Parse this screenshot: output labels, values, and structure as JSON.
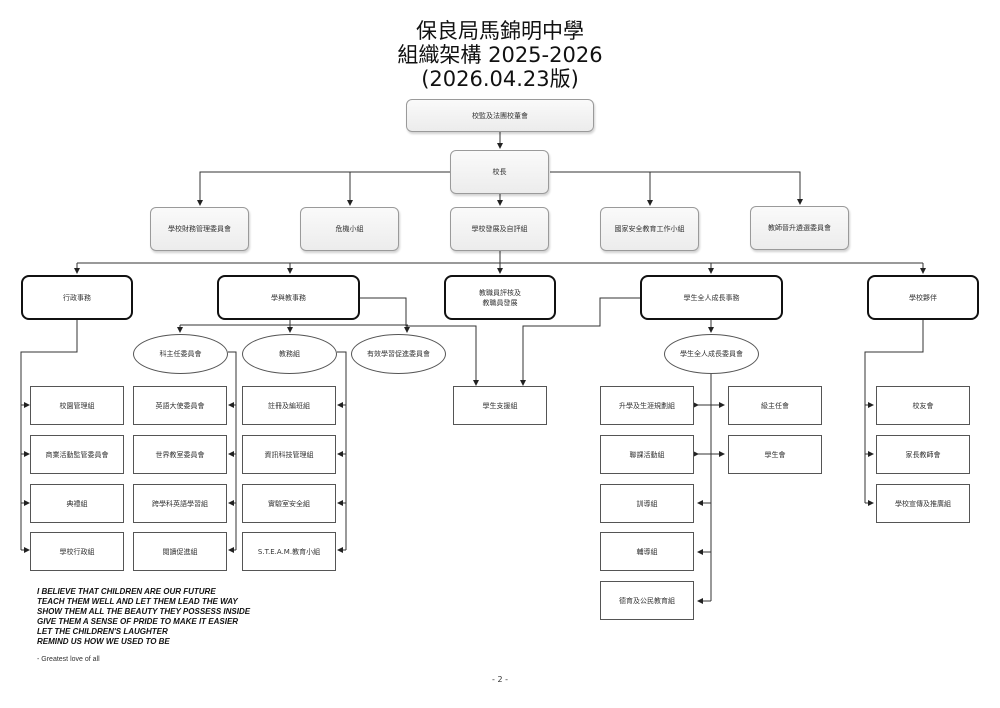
{
  "title": {
    "line1": "保良局馬錦明中學",
    "line2": "組織架構 2025-2026",
    "line3": "(2026.04.23版)"
  },
  "top": {
    "board": "校監及法團校董會",
    "principal": "校長"
  },
  "principal_children": [
    "學校財務管理委員會",
    "危機小組",
    "學校發展及自評組",
    "國家安全教育工作小組",
    "教師晉升遴選委員會"
  ],
  "domains": [
    "行政事務",
    "學與教事務",
    "教職員評核及\n教職員發展",
    "學生全人成長事務",
    "學校夥伴"
  ],
  "learning_committees": [
    "科主任委員會",
    "教務組",
    "有效學習促進委員會"
  ],
  "admin_groups": [
    "校園管理組",
    "商業活動監管委員會",
    "典禮組",
    "學校行政組"
  ],
  "subject_head_groups": [
    "英語大使委員會",
    "世界教室委員會",
    "跨學科英語學習組",
    "閱讀促進組"
  ],
  "academic_groups": [
    "註冊及編班組",
    "資訊科技管理組",
    "實驗室安全組",
    "S.T.E.A.M.教育小組"
  ],
  "student_support": "學生支援組",
  "growth_committee": "學生全人成長委員會",
  "growth_groups_left": [
    "升學及生涯規劃組",
    "聯課活動組",
    "訓導組",
    "輔導組",
    "德育及公民教育組"
  ],
  "growth_groups_right": [
    "級主任會",
    "學生會"
  ],
  "partner_groups": [
    "校友會",
    "家長教師會",
    "學校宣傳及推廣組"
  ],
  "lyrics": [
    "I BELIEVE THAT CHILDREN ARE OUR FUTURE",
    "TEACH THEM WELL AND LET THEM LEAD THE WAY",
    "SHOW THEM ALL THE BEAUTY THEY POSSESS INSIDE",
    "GIVE THEM A SENSE OF PRIDE TO MAKE IT EASIER",
    "LET THE CHILDREN'S LAUGHTER",
    "REMIND US HOW WE USED TO BE"
  ],
  "credit": "- Greatest love of all",
  "page_number": "- 2 -"
}
